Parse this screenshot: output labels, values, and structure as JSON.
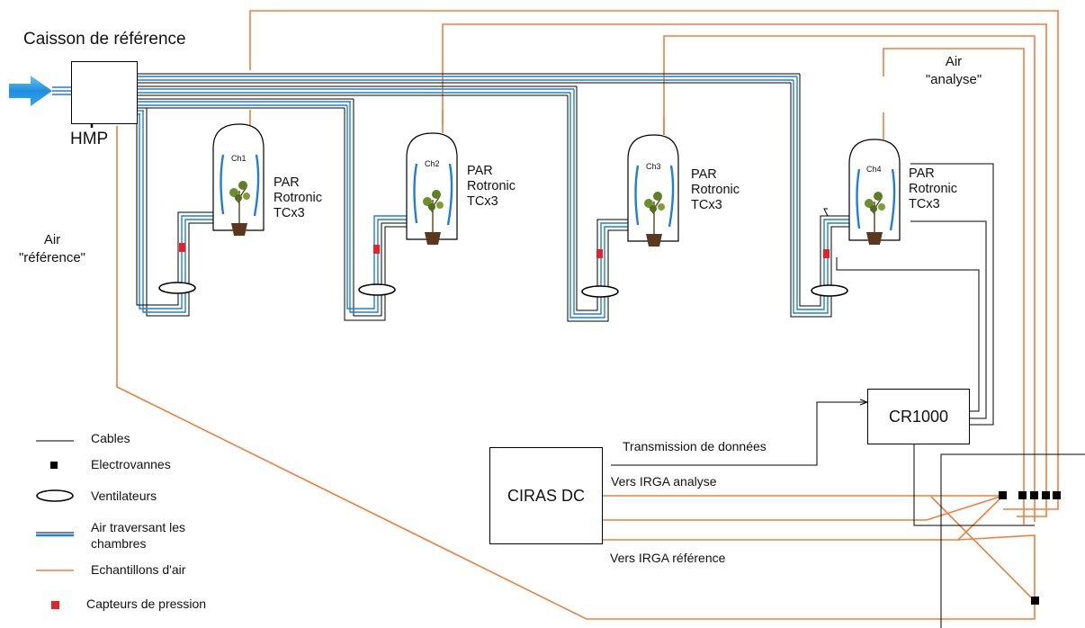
{
  "title": "Caisson de référence",
  "hmp_label": "HMP",
  "air_reference_label": [
    "Air",
    "\"référence\""
  ],
  "air_analyse_label": [
    "Air",
    "\"analyse\""
  ],
  "chambers": [
    {
      "id": "Ch1",
      "sensors": [
        "PAR",
        "Rotronic",
        "TCx3"
      ]
    },
    {
      "id": "Ch2",
      "sensors": [
        "PAR",
        "Rotronic",
        "TCx3"
      ]
    },
    {
      "id": "Ch3",
      "sensors": [
        "PAR",
        "Rotronic",
        "TCx3"
      ]
    },
    {
      "id": "Ch4",
      "sensors": [
        "PAR",
        "Rotronic",
        "TCx3"
      ]
    }
  ],
  "logger_label": "CR1000",
  "analyzer_label": "CIRAS DC",
  "flow_labels": {
    "data": "Transmission de données",
    "irga_analysis": "Vers IRGA analyse",
    "irga_reference": "Vers IRGA référence"
  },
  "legend": [
    {
      "symbol": "cable",
      "label": "Cables"
    },
    {
      "symbol": "valve",
      "label": "Electrovannes"
    },
    {
      "symbol": "fan",
      "label": "Ventilateurs"
    },
    {
      "symbol": "air-flow",
      "label": "Air traversant les\nchambres"
    },
    {
      "symbol": "sample",
      "label": "Echantillons d'air"
    },
    {
      "symbol": "pressure",
      "label": "Capteurs de pression"
    }
  ],
  "colors": {
    "cable": "#000000",
    "air_flow": "#1e7fd8",
    "sample": "#f07f3c",
    "pressure_sensor": "#e8202a",
    "valve": "#000000"
  }
}
